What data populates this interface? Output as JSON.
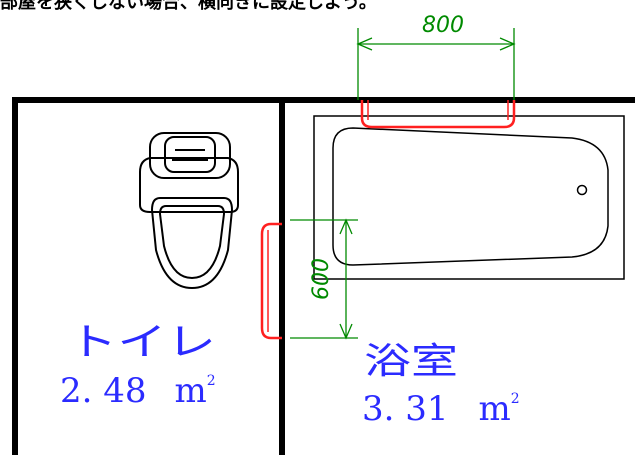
{
  "caption": "部屋を狭くしない場合、横向きに設定しよう。",
  "dimensions": {
    "horizontal": "800",
    "vertical": "600"
  },
  "rooms": {
    "toilet": {
      "name": "トイレ",
      "area_value": "2. 48",
      "area_unit": "m",
      "area_exp": "2"
    },
    "bath": {
      "name": "浴室",
      "area_value": "3. 31",
      "area_unit": "m",
      "area_exp": "2"
    }
  },
  "colors": {
    "wall": "#000000",
    "handrail": "#ff2020",
    "dimension": "#008a00",
    "label": "#2b2bff"
  }
}
